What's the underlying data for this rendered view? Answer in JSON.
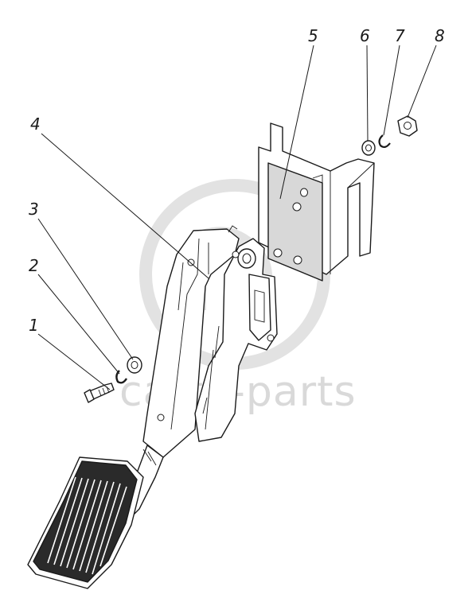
{
  "watermark": {
    "text": "cartа-parts",
    "color": "#d9d9d9"
  },
  "callouts": [
    {
      "id": 1,
      "label": "1"
    },
    {
      "id": 2,
      "label": "2"
    },
    {
      "id": 3,
      "label": "3"
    },
    {
      "id": 4,
      "label": "4"
    },
    {
      "id": 5,
      "label": "5"
    },
    {
      "id": 6,
      "label": "6"
    },
    {
      "id": 7,
      "label": "7"
    },
    {
      "id": 8,
      "label": "8"
    }
  ],
  "colors": {
    "line": "#1a1a1a",
    "plate_fill": "#d8d8d8",
    "background": "#ffffff"
  }
}
